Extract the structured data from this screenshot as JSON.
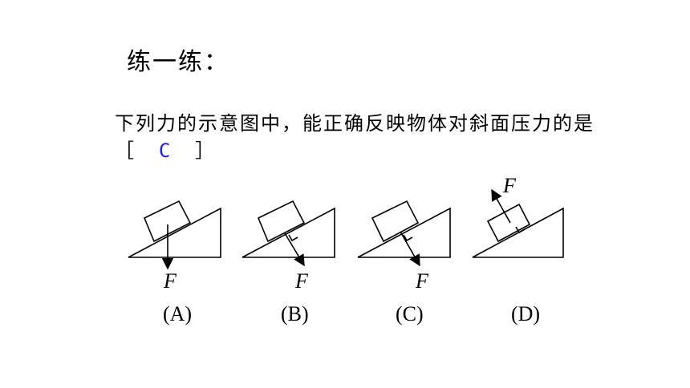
{
  "title": "练一练：",
  "question": {
    "text": "下列力的示意图中，能正确反映物体对斜面压力的是",
    "bracket_open": "［",
    "answer": "C",
    "bracket_close": "］"
  },
  "figures": [
    {
      "option": "(A)",
      "force_label": "F"
    },
    {
      "option": "(B)",
      "force_label": "F"
    },
    {
      "option": "(C)",
      "force_label": "F"
    },
    {
      "option": "(D)",
      "force_label": "F"
    }
  ]
}
